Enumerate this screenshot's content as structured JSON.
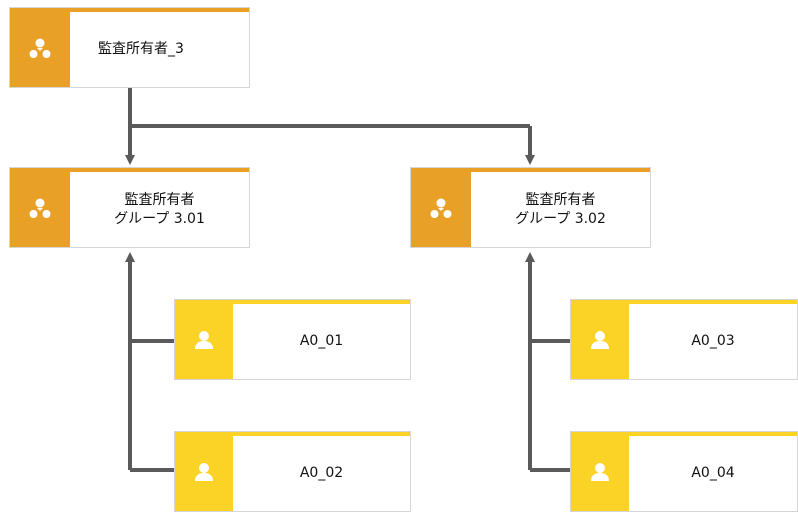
{
  "colors": {
    "group": "#e8a027",
    "role": "#fbd226",
    "connector": "#5a5a5a"
  },
  "nodes": {
    "owner": {
      "label": "監査所有者_3",
      "icon": "org-group-icon"
    },
    "group1": {
      "line1": "監査所有者",
      "line2": "グループ 3.01",
      "icon": "org-group-icon"
    },
    "group2": {
      "line1": "監査所有者",
      "line2": "グループ 3.02",
      "icon": "org-group-icon"
    },
    "role1": {
      "label": "A0_01",
      "icon": "person-icon"
    },
    "role2": {
      "label": "A0_02",
      "icon": "person-icon"
    },
    "role3": {
      "label": "A0_03",
      "icon": "person-icon"
    },
    "role4": {
      "label": "A0_04",
      "icon": "person-icon"
    }
  }
}
